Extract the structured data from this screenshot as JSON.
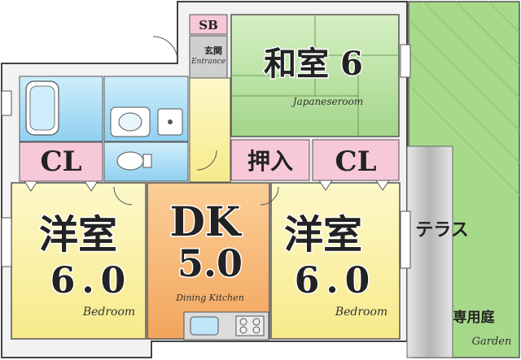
{
  "plan": {
    "rooms": {
      "washitsu": {
        "name": "和室 6",
        "sub": "Japaneseroom"
      },
      "dk": {
        "name": "DK",
        "size": "5.0",
        "sub": "Dining Kitchen"
      },
      "yoshitsu_left": {
        "name": "洋室",
        "size": "6.0",
        "sub": "Bedroom"
      },
      "yoshitsu_right": {
        "name": "洋室",
        "size": "6.0",
        "sub": "Bedroom"
      },
      "sb": "SB",
      "genkan": {
        "name": "玄関",
        "sub": "Entrance"
      },
      "cl_left": "CL",
      "cl_right": "CL",
      "oshiire": "押入",
      "terrace": "テラス",
      "garden": {
        "name": "専用庭",
        "sub": "Garden"
      }
    },
    "colors": {
      "washitsu": "#b9e3a0",
      "dk": "#f5b873",
      "yoshitsu": "#fbf3a0",
      "wet": "#a9dcf5",
      "closet": "#f7c8d9",
      "corridor": "#fbf3a0",
      "garden": "#a6d98a",
      "wall": "#f2f2f2",
      "terrace": "#c9c9c9"
    }
  }
}
